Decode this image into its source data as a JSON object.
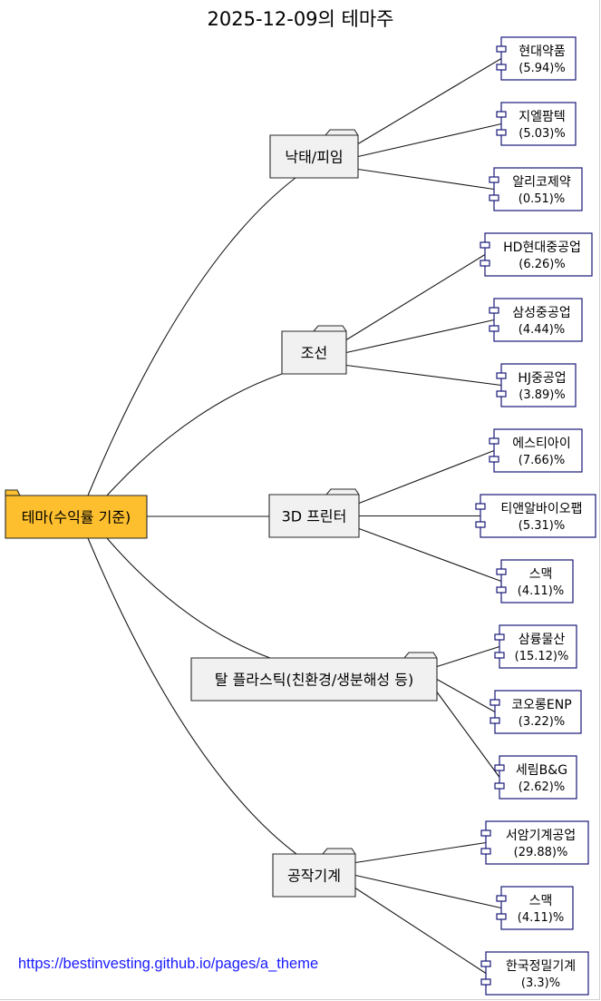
{
  "title": "2025-12-09의 테마주",
  "root": {
    "label": "테마(수익률 기준)"
  },
  "themes": [
    {
      "label": "낙태/피임",
      "stocks": [
        {
          "name": "현대약품",
          "pct": "(5.94)%"
        },
        {
          "name": "지엘팜텍",
          "pct": "(5.03)%"
        },
        {
          "name": "알리코제약",
          "pct": "(0.51)%"
        }
      ]
    },
    {
      "label": "조선",
      "stocks": [
        {
          "name": "HD현대중공업",
          "pct": "(6.26)%"
        },
        {
          "name": "삼성중공업",
          "pct": "(4.44)%"
        },
        {
          "name": "HJ중공업",
          "pct": "(3.89)%"
        }
      ]
    },
    {
      "label": "3D 프린터",
      "stocks": [
        {
          "name": "에스티아이",
          "pct": "(7.66)%"
        },
        {
          "name": "티앤알바이오팹",
          "pct": "(5.31)%"
        },
        {
          "name": "스맥",
          "pct": "(4.11)%"
        }
      ]
    },
    {
      "label": "탈 플라스틱(친환경/생분해성 등)",
      "stocks": [
        {
          "name": "삼륭물산",
          "pct": "(15.12)%"
        },
        {
          "name": "코오롱ENP",
          "pct": "(3.22)%"
        },
        {
          "name": "세림B&G",
          "pct": "(2.62)%"
        }
      ]
    },
    {
      "label": "공작기계",
      "stocks": [
        {
          "name": "서암기계공업",
          "pct": "(29.88)%"
        },
        {
          "name": "스맥",
          "pct": "(4.11)%"
        },
        {
          "name": "한국정밀기계",
          "pct": "(3.3)%"
        }
      ]
    }
  ],
  "footer": {
    "link_text": "https://bestinvesting.github.io/pages/a_theme"
  },
  "colors": {
    "root_fill": "#fdbf2d",
    "folder_fill": "#f1f1f1",
    "component_border": "#181878",
    "line": "#181818"
  }
}
